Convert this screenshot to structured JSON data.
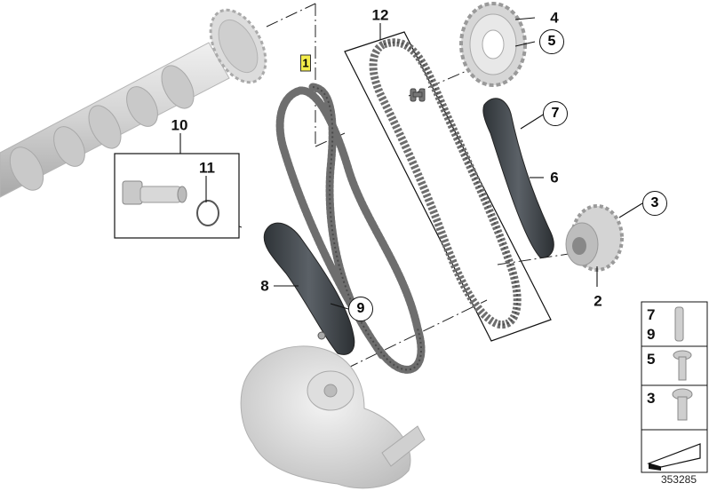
{
  "callouts": {
    "c1": "1",
    "c2": "2",
    "c3": "3",
    "c4": "4",
    "c5": "5",
    "c6": "6",
    "c7": "7",
    "c8": "8",
    "c9": "9",
    "c10": "10",
    "c11": "11",
    "c12": "12"
  },
  "legend": {
    "row1_a": "7",
    "row1_b": "9",
    "row2": "5",
    "row3": "3"
  },
  "reference_number": "353285",
  "colors": {
    "chain": "#6e6e6e",
    "guide": "#3f4449",
    "part_gray": "#cfcfcf",
    "highlight": "#f3ec4a"
  }
}
